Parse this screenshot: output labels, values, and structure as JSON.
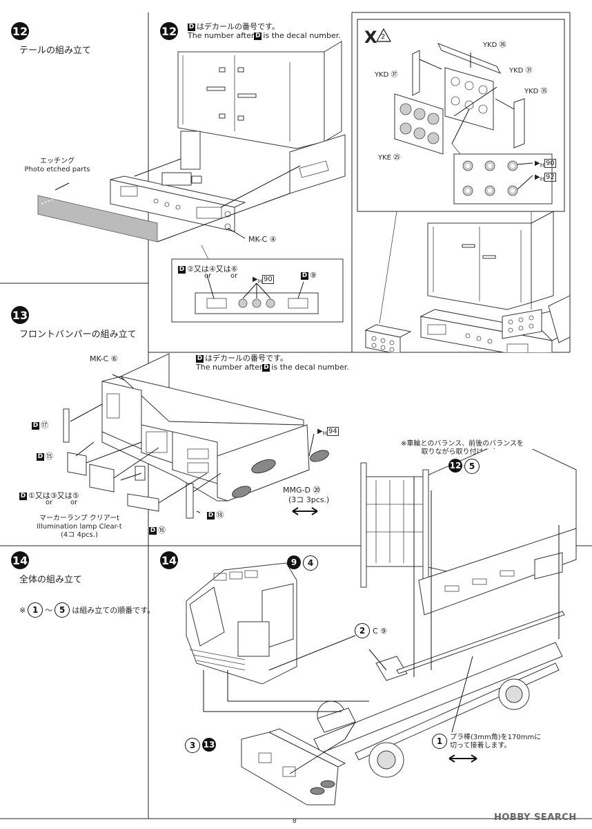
{
  "steps": {
    "s12a": {
      "num": "12",
      "title": "テールの組み立て"
    },
    "s12b": {
      "num": "12",
      "note_jp": "はデカールの番号です。",
      "note_en": "The number after",
      "note_en2": "is the decal number."
    },
    "s13": {
      "num": "13",
      "title": "フロントバンパーの組み立て",
      "note_jp": "はデカールの番号です。",
      "note_en": "The number after",
      "note_en2": "is the decal number."
    },
    "s14a": {
      "num": "14",
      "title": "全体の組み立て",
      "order_note_pre": "※",
      "order_note_a": "1",
      "order_note_sep": "～",
      "order_note_b": "5",
      "order_note_post": "は組み立ての順番です。"
    },
    "s14b": {
      "num": "14"
    }
  },
  "d_label": "D",
  "labels12": {
    "etch_jp": "エッチング",
    "etch_en": "Photo etched parts",
    "mkc4": "MK-C ④",
    "decal_opts": "②又は④又は⑥",
    "or1": "or",
    "or2": "or",
    "ph90": "90",
    "d9": "⑨"
  },
  "labelsX": {
    "title": "X",
    "sub": "2",
    "ykd36": "YKD ㊱",
    "ykd37": "YKD ㊲",
    "ykd31": "YKD ㉛",
    "ykd35": "YKD ㉟",
    "yke25": "YKE ㉕",
    "ph90": "90",
    "ph92": "92"
  },
  "labels13": {
    "mkc6": "MK-C ⑥",
    "d17": "⑰",
    "d15": "⑮",
    "d135": "①又は③又は⑤",
    "or1": "or",
    "or2": "or",
    "marker_jp": "マーカーランプ クリアーt",
    "marker_en": "Illumination lamp Clear-t",
    "marker_qty": "(4コ 4pcs.)",
    "d16": "⑯",
    "d18": "⑱",
    "ph94": "94",
    "mmgd": "MMG-D ⑳",
    "mmgd_qty": "(3コ 3pcs.)"
  },
  "labels14": {
    "balance_note1": "※車輪とのバランス、前後のバランスを",
    "balance_note2": "取りながら取り付けます。",
    "s125_a": "12",
    "s125_b": "5",
    "s94_a": "9",
    "s94_b": "4",
    "s2c9": "2",
    "c9": "C ⑨",
    "s313_a": "3",
    "s313_b": "13",
    "s1": "1",
    "bar_note1": "プラ棒(3mm角)を170mmに",
    "bar_note2": "切って接着します。"
  },
  "footer": {
    "page": "8",
    "watermark": "HOBBY SEARCH"
  }
}
